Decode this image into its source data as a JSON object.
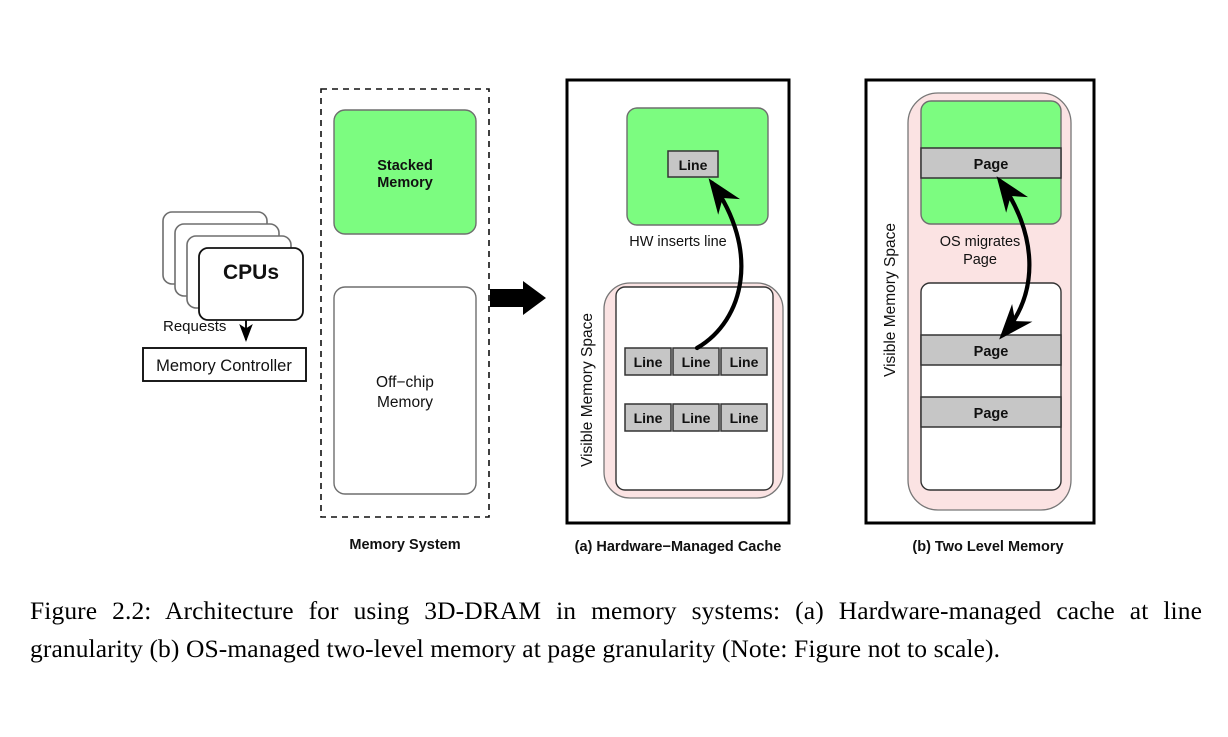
{
  "figure": {
    "caption": "Figure 2.2: Architecture for using 3D-DRAM in memory systems: (a) Hardware-managed cache at line granularity (b) OS-managed two-level memory at page granularity (Note: Figure not to scale)."
  },
  "colors": {
    "stacked_memory_green": "#7CFC80",
    "visible_space_pink": "#FBE3E3",
    "block_gray": "#C6C6C6",
    "outline_dark": "#4D4D4D",
    "outline_black": "#000000",
    "text_black": "#111111"
  },
  "left_system": {
    "cpus_label": "CPUs",
    "requests_label": "Requests",
    "memory_controller_label": "Memory Controller",
    "cpu_stack_count": 4,
    "memory_system_label": "Memory System",
    "stacked_memory_label_line1": "Stacked",
    "stacked_memory_label_line2": "Memory",
    "offchip_memory_label_line1": "Off−chip",
    "offchip_memory_label_line2": "Memory"
  },
  "panel_a": {
    "caption": "(a) Hardware−Managed Cache",
    "stacked_block_label": "Line",
    "transfer_label": "HW inserts line",
    "visible_space_label": "Visible Memory Space",
    "line_rows": [
      [
        "Line",
        "Line",
        "Line"
      ],
      [
        "Line",
        "Line",
        "Line"
      ]
    ]
  },
  "panel_b": {
    "caption": "(b) Two Level Memory",
    "stacked_page_label": "Page",
    "transfer_label_line1": "OS migrates",
    "transfer_label_line2": "Page",
    "visible_space_label": "Visible Memory Space",
    "lower_pages": [
      "Page",
      "Page"
    ]
  }
}
